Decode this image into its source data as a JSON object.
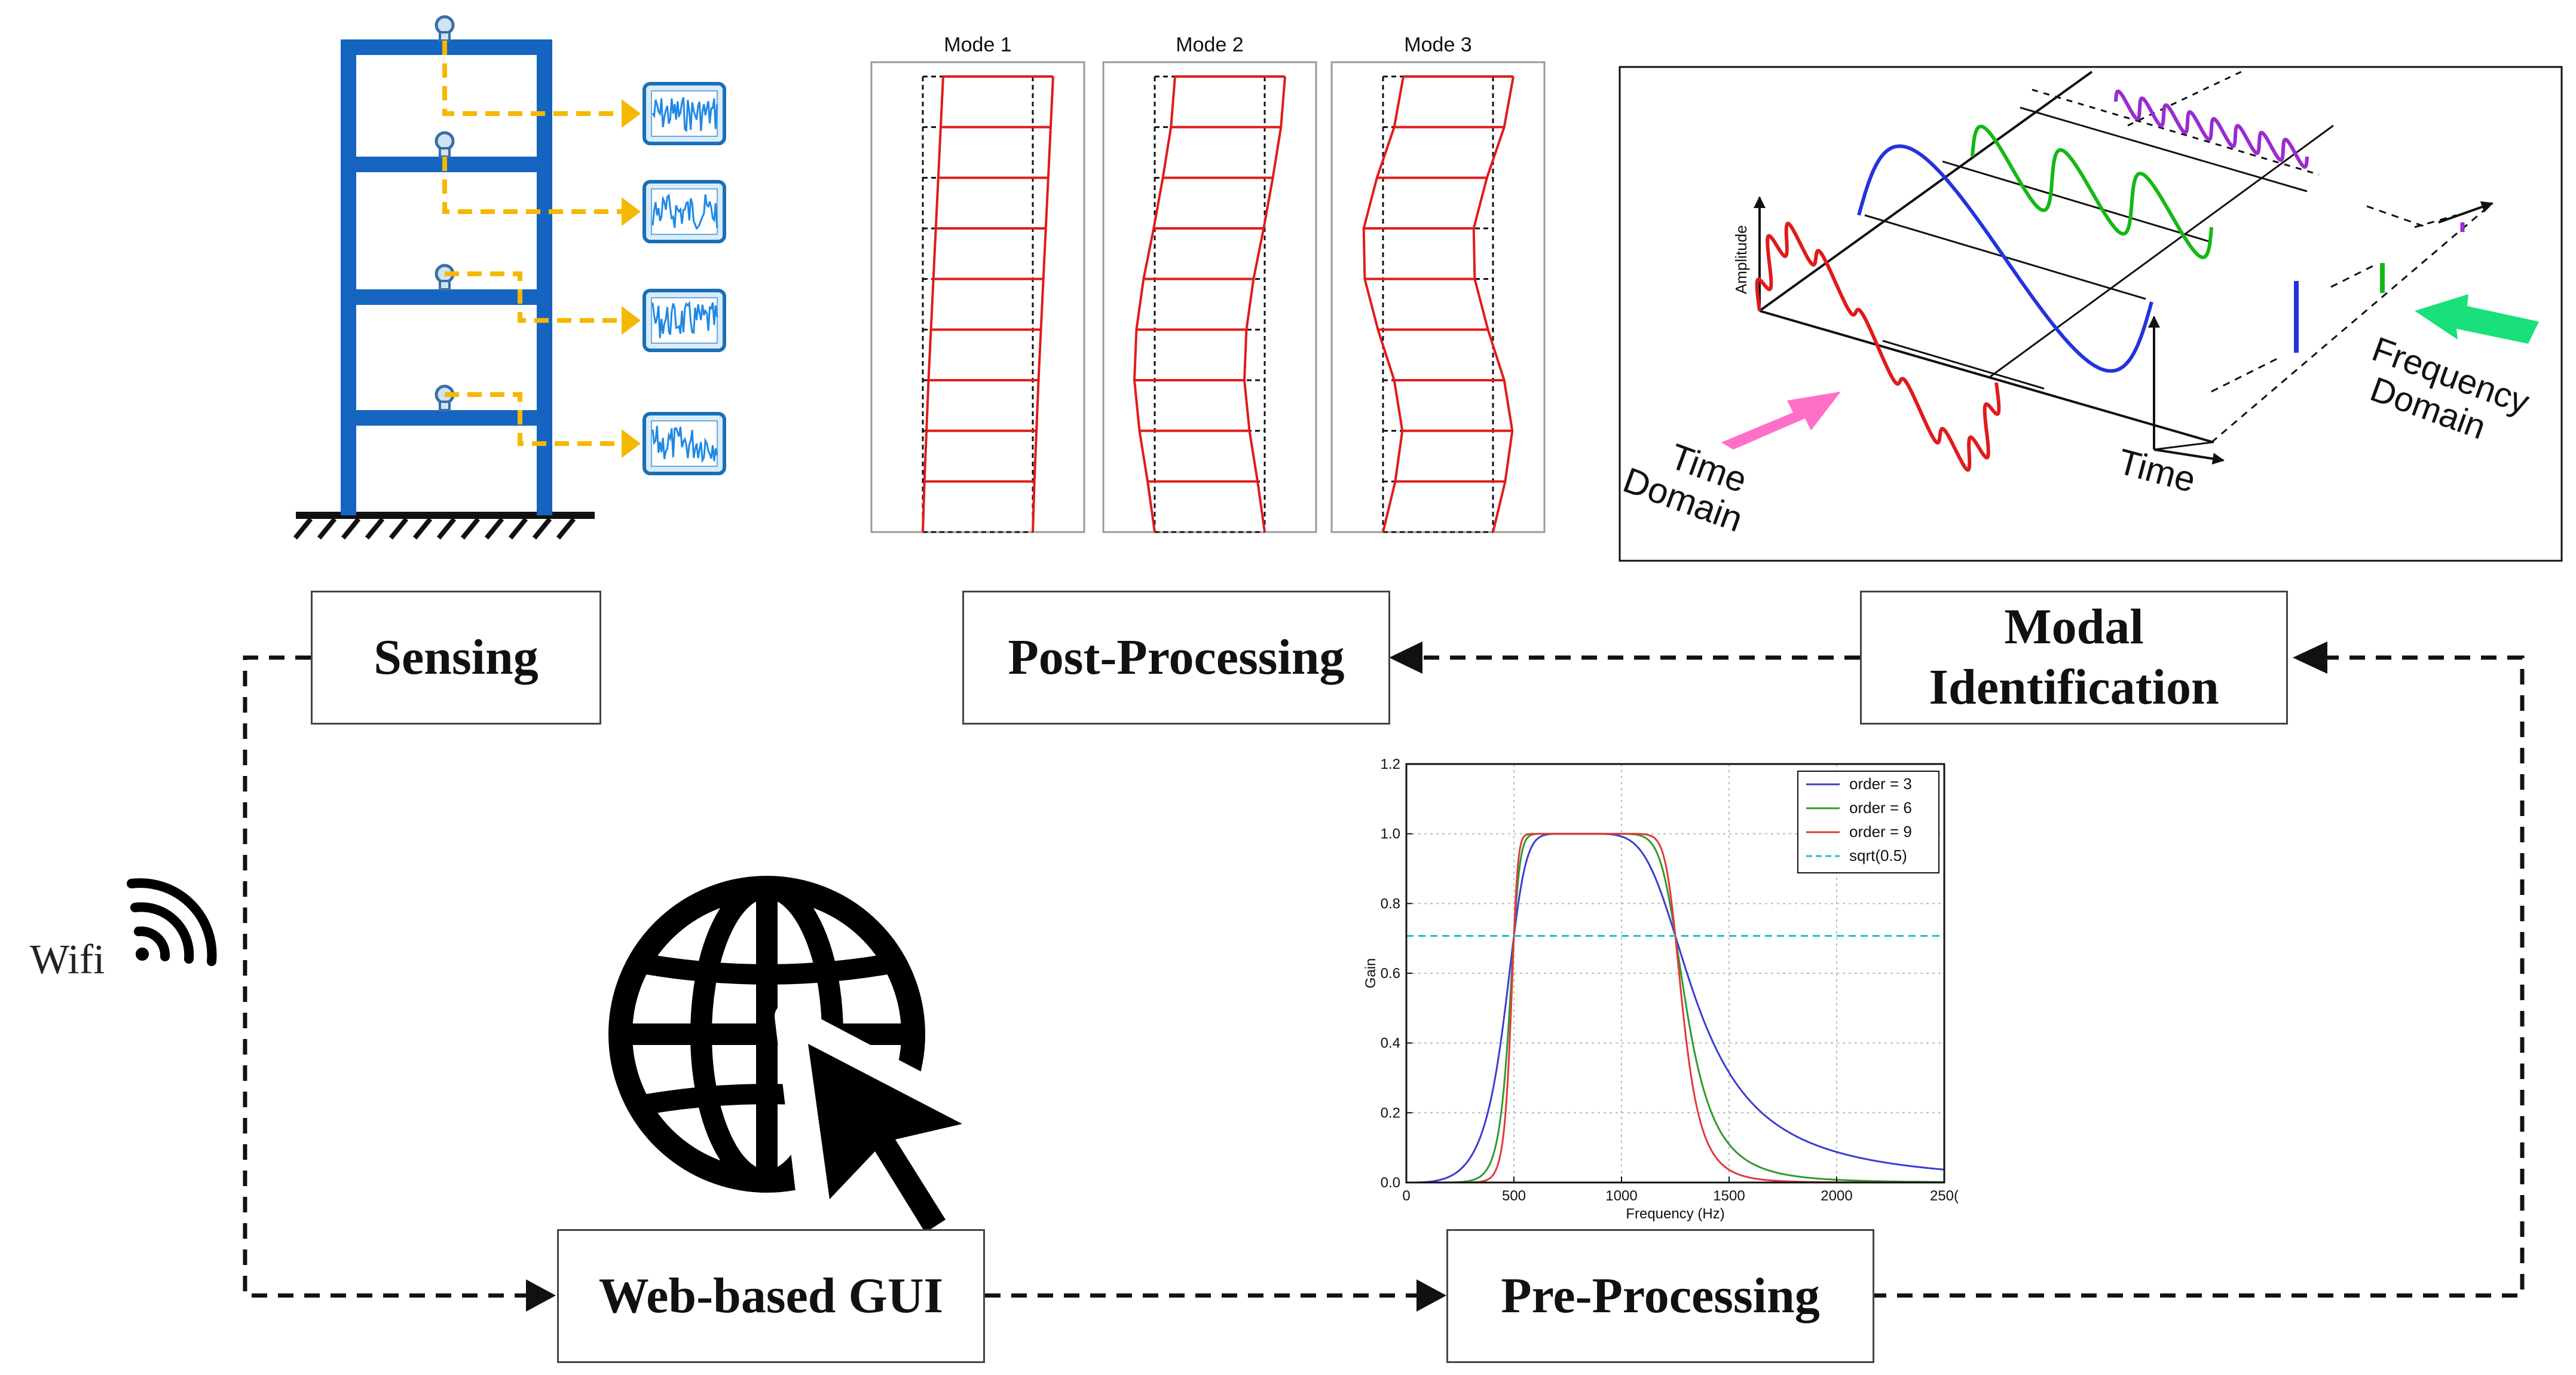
{
  "process_boxes": {
    "sensing": "Sensing",
    "post_processing": "Post-Processing",
    "modal_identification": [
      "Modal",
      "Identification"
    ],
    "web_gui": "Web-based GUI",
    "pre_processing": "Pre-Processing"
  },
  "wifi_label": "Wifi",
  "mode_shapes": {
    "titles": [
      "Mode 1",
      "Mode 2",
      "Mode 3"
    ],
    "modes": [
      [
        0,
        0.08,
        0.18,
        0.28,
        0.4,
        0.52,
        0.64,
        0.76,
        0.88,
        1.0
      ],
      [
        0,
        -0.35,
        -0.75,
        -1.0,
        -0.9,
        -0.55,
        -0.05,
        0.4,
        0.8,
        1.0
      ],
      [
        0,
        0.6,
        0.95,
        0.55,
        -0.25,
        -0.9,
        -0.95,
        -0.3,
        0.55,
        1.0
      ]
    ]
  },
  "fourier_panel": {
    "amplitude_label": "Amplitude",
    "time_domain_label": [
      "Time",
      "Domain"
    ],
    "time_label": "Time",
    "frequency_domain_label": [
      "Frequency",
      "Domain"
    ],
    "colors": {
      "red": "#e01b1b",
      "blue": "#2233dd",
      "green": "#14b814",
      "purple": "#9a2bd0",
      "pink_arrow": "#ff6ec7",
      "green_arrow": "#19e07a"
    }
  },
  "chart_data": {
    "type": "line",
    "xlabel": "Frequency (Hz)",
    "ylabel": "Gain",
    "xlim": [
      0,
      2500
    ],
    "ylim": [
      0,
      1.2
    ],
    "x_ticks": [
      0,
      500,
      1000,
      1500,
      2000,
      2500
    ],
    "x_tick_labels": [
      "0",
      "500",
      "1000",
      "1500",
      "2000",
      "250("
    ],
    "y_ticks": [
      0.0,
      0.2,
      0.4,
      0.6,
      0.8,
      1.0,
      1.2
    ],
    "y_tick_labels": [
      "0.0",
      "0.2",
      "0.4",
      "0.6",
      "0.8",
      "1.0",
      "1.2"
    ],
    "grid": true,
    "legend_position": "top-right",
    "filter": {
      "lowcut_hz": 500,
      "highcut_hz": 1250
    },
    "series": [
      {
        "name": "order = 3",
        "order": 3,
        "color": "#3b3bd6",
        "style": "solid"
      },
      {
        "name": "order = 6",
        "order": 6,
        "color": "#2e9a2e",
        "style": "solid"
      },
      {
        "name": "order = 9",
        "order": 9,
        "color": "#e03a3a",
        "style": "solid"
      },
      {
        "name": "sqrt(0.5)",
        "value": 0.7071,
        "color": "#20c0c0",
        "style": "dashed"
      }
    ]
  }
}
